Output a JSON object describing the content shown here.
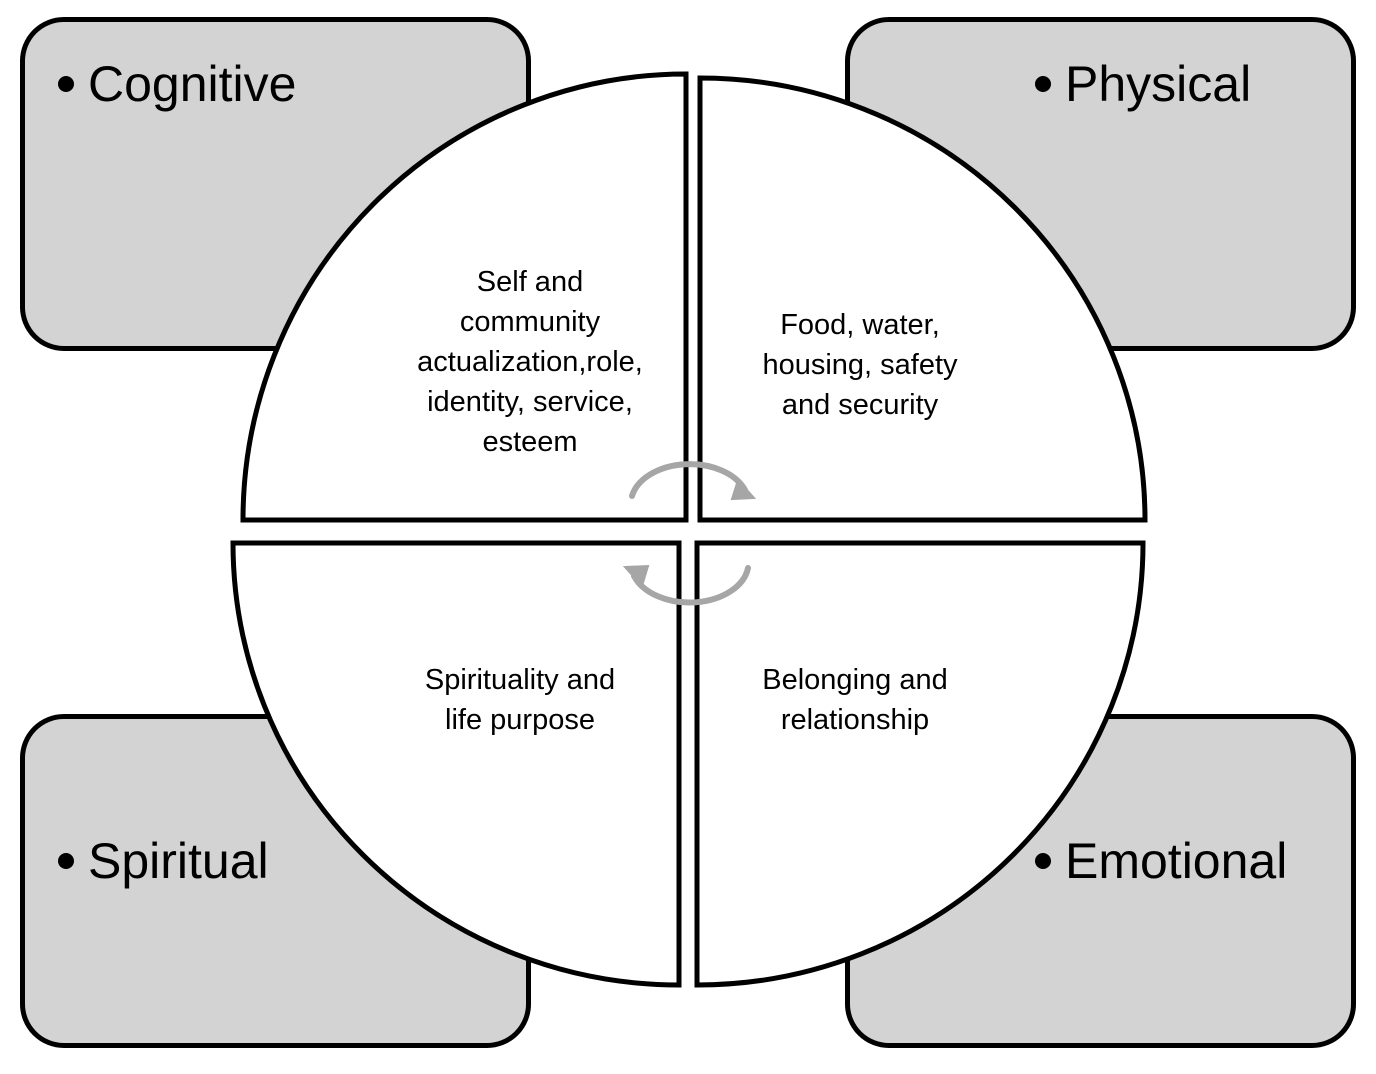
{
  "domains": {
    "cognitive": "Cognitive",
    "physical": "Physical",
    "spiritual": "Spiritual",
    "emotional": "Emotional"
  },
  "quadrants": {
    "top_left": "Self and\ncommunity\nactualization,role,\nidentity, service,\nesteem",
    "top_right": "Food, water,\nhousing, safety\nand security",
    "bottom_left": "Spirituality and\nlife purpose",
    "bottom_right": "Belonging and\nrelationship"
  },
  "colors": {
    "box_fill": "#d3d3d3",
    "outline": "#000000",
    "quadrant_fill": "#ffffff",
    "cycle_arrow": "#a6a6a6"
  }
}
